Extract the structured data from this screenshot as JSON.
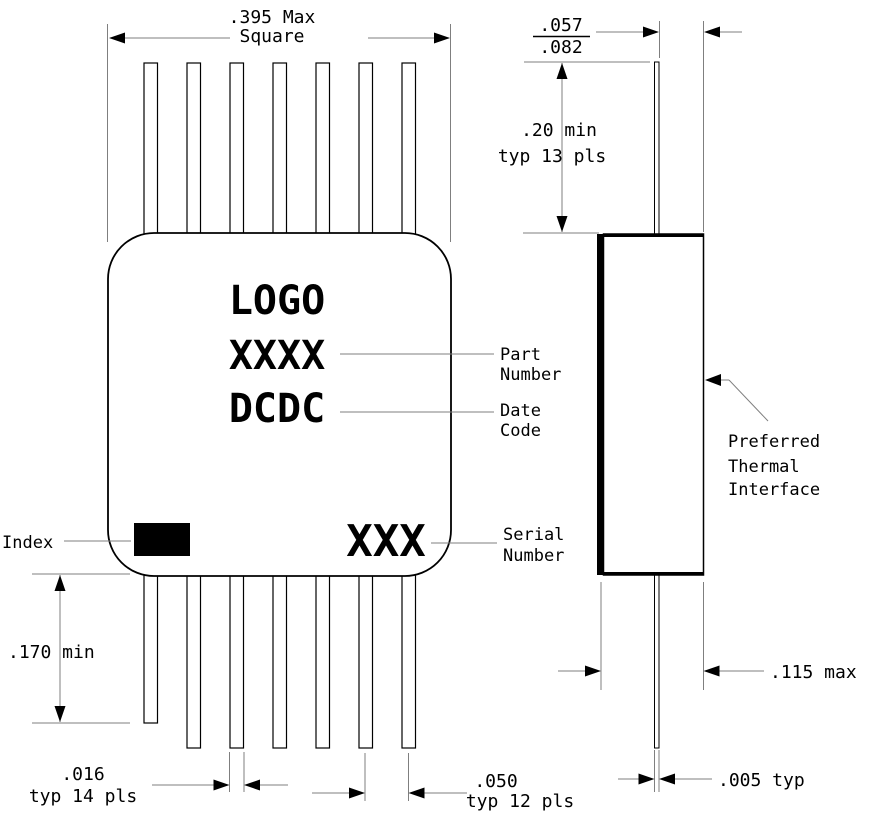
{
  "marking": {
    "logo": "LOGO",
    "part_number": "XXXX",
    "date_code": "DCDC",
    "serial_number": "XXX"
  },
  "dimensions": {
    "body_square": {
      "value": ".395 Max",
      "qualifier": "Square"
    },
    "lead_to_face": {
      "numerator": ".057",
      "denominator": ".082"
    },
    "lead_length": {
      "value": ".20 min",
      "qualifier": "typ 13 pls"
    },
    "index_lead_length": {
      "value": ".170 min"
    },
    "lead_width": {
      "value": ".016",
      "qualifier": "typ 14 pls"
    },
    "lead_pitch": {
      "value": ".050",
      "qualifier": "typ 12 pls"
    },
    "body_thickness": {
      "value": ".115 max"
    },
    "lead_thickness": {
      "value": ".005 typ"
    }
  },
  "labels": {
    "index": "Index",
    "part_number": {
      "line1": "Part",
      "line2": "Number"
    },
    "date_code": {
      "line1": "Date",
      "line2": "Code"
    },
    "serial_number": {
      "line1": "Serial",
      "line2": "Number"
    },
    "thermal_interface": {
      "line1": "Preferred",
      "line2": "Thermal",
      "line3": "Interface"
    }
  },
  "colors": {
    "object_line": "#000000",
    "dimension_line": "#7f7f7f",
    "background": "#ffffff",
    "index_mark": "#000000"
  }
}
